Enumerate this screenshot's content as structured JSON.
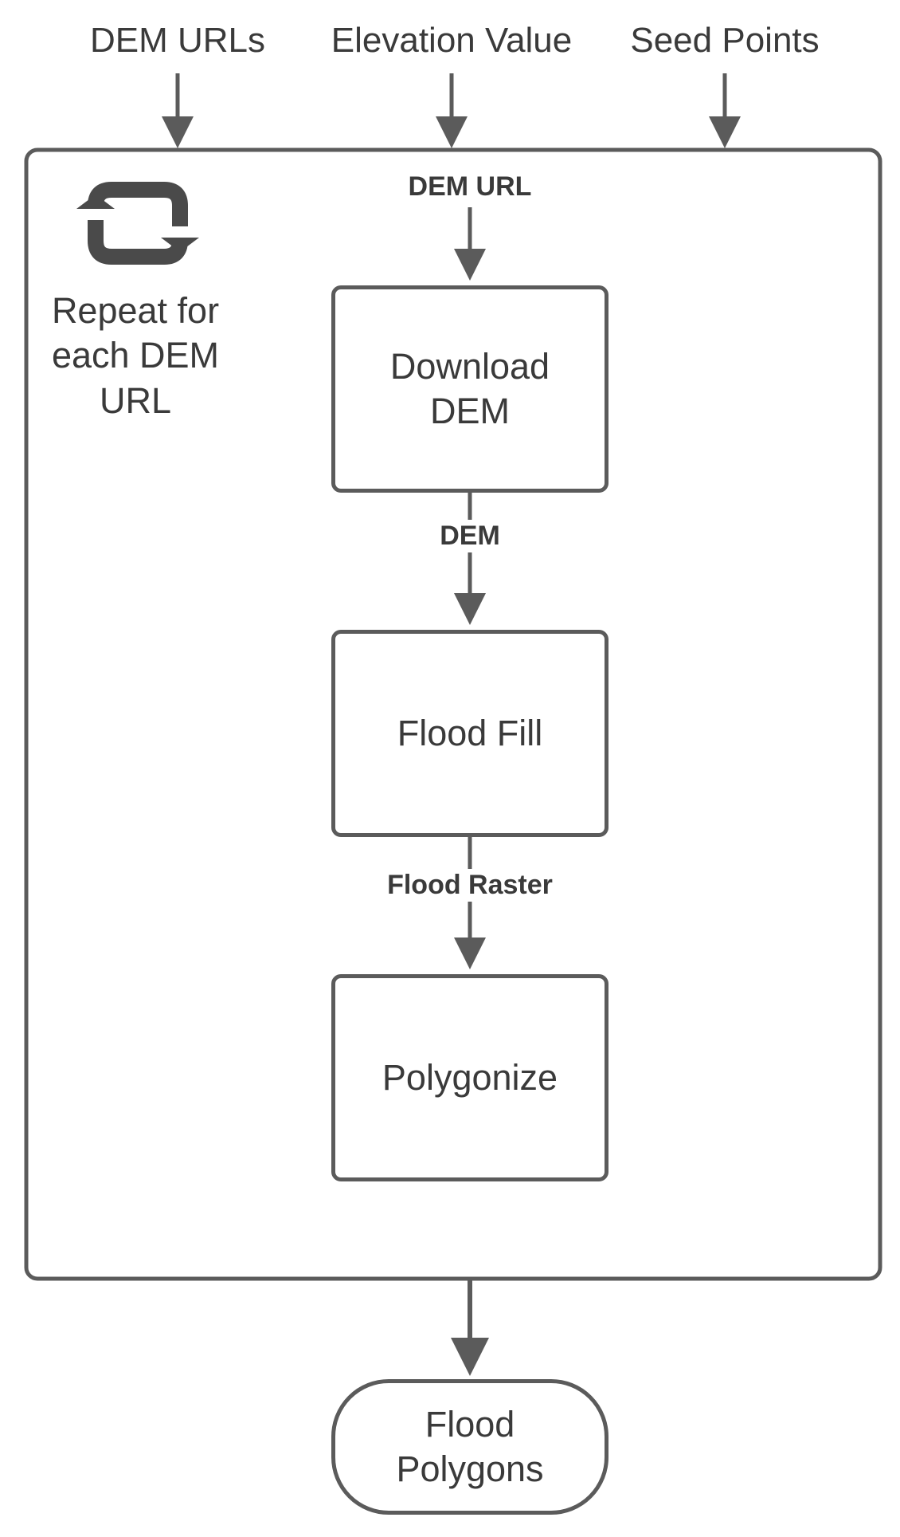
{
  "inputs": {
    "dem_urls": "DEM URLs",
    "elevation_value": "Elevation Value",
    "seed_points": "Seed Points"
  },
  "loop": {
    "label": "Repeat for each DEM URL",
    "icon": "repeat-icon"
  },
  "edges": {
    "dem_url": "DEM URL",
    "dem": "DEM",
    "flood_raster": "Flood Raster"
  },
  "steps": {
    "download_dem": "Download DEM",
    "flood_fill": "Flood Fill",
    "polygonize": "Polygonize"
  },
  "output": {
    "flood_polygons": "Flood Polygons"
  },
  "colors": {
    "stroke": "#5b5b5b",
    "text": "#3a3a3a",
    "background": "#ffffff"
  }
}
